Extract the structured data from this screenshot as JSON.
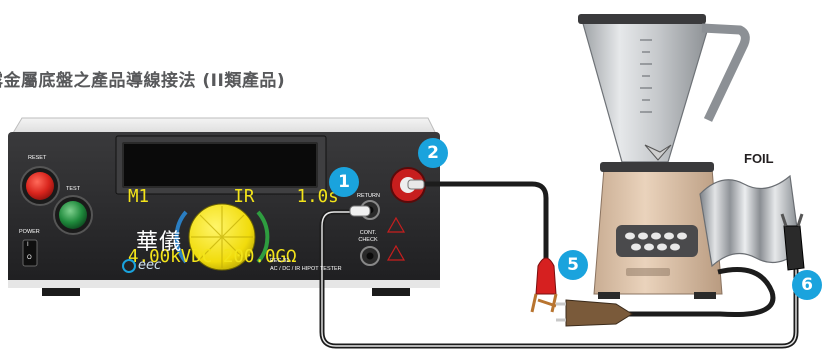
{
  "title": "露金屬底盤之產品導線接法 (II類產品)",
  "tester": {
    "display_line1": "M1        IR    1.0s",
    "display_line2": "4.00kVDC 200.0GΩ",
    "brand_chinese": "華儀",
    "logo_text": "eec",
    "model": "EEC-31",
    "model_desc": "AC / DC / IR HIPOT TESTER",
    "reset_label": "RESET",
    "test_label": "TEST",
    "power_label": "POWER",
    "return_label": "RETURN",
    "cont_check_label": "CONT. CHECK",
    "power_on": "I",
    "power_off": "O"
  },
  "foil_label": "FOIL",
  "badges": [
    "1",
    "2",
    "5",
    "6"
  ],
  "colors": {
    "badge": "#1aa3dd",
    "lcd_text": "#f3e41a",
    "panel": "#2b2b2d"
  }
}
